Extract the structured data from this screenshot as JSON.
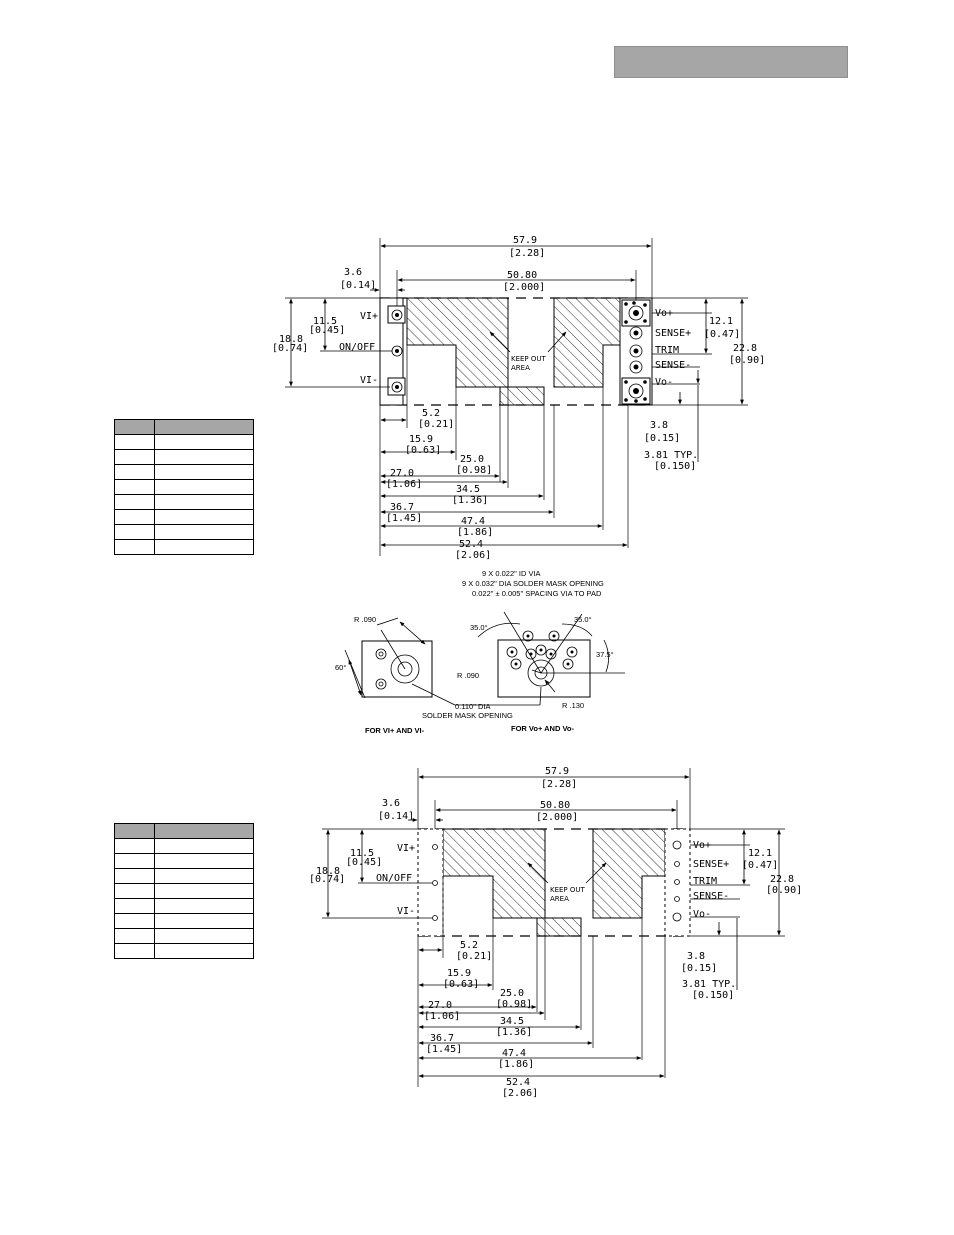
{
  "header": {
    "bar_color": "#a6a6a6"
  },
  "drawing_top": {
    "pins_left": [
      "VI+",
      "ON/OFF",
      "VI-"
    ],
    "pins_right": [
      "Vo+",
      "SENSE+",
      "TRIM",
      "SENSE-",
      "Vo-"
    ],
    "keep_out": [
      "KEEP OUT",
      "AREA"
    ],
    "overall_width": [
      "57.9",
      "[2.28]"
    ],
    "pin_span": [
      "50.80",
      "[2.000]"
    ],
    "edge_offset": [
      "3.6",
      "[0.14]"
    ],
    "height_115": [
      "11.5",
      "[0.45]"
    ],
    "height_188": [
      "18.8",
      "[0.74]"
    ],
    "height_121": [
      "12.1",
      "[0.47]"
    ],
    "height_228": [
      "22.8",
      "[0.90]"
    ],
    "dim_38": [
      "3.8",
      "[0.15]"
    ],
    "dim_381": [
      "3.81  TYP.",
      "[0.150]"
    ],
    "horizontal_dims": [
      [
        "5.2",
        "[0.21]"
      ],
      [
        "15.9",
        "[0.63]"
      ],
      [
        "25.0",
        "[0.98]"
      ],
      [
        "27.0",
        "[1.06]"
      ],
      [
        "34.5",
        "[1.36]"
      ],
      [
        "36.7",
        "[1.45]"
      ],
      [
        "47.4",
        "[1.86]"
      ],
      [
        "52.4",
        "[2.06]"
      ]
    ]
  },
  "detail": {
    "notes": [
      "9 X 0.022\" ID VIA",
      "9 X 0.032\" DIA SOLDER MASK OPENING",
      "0.022\" ± 0.005\" SPACING VIA TO PAD"
    ],
    "r090_left": "R .090",
    "angle_60": "60°",
    "angle_35a": "35.0°",
    "angle_35b": "35.0°",
    "angle_375": "37.5°",
    "r090_right": "R .090",
    "r130": "R .130",
    "solder_mask": [
      "0.110\" DIA",
      "SOLDER MASK OPENING"
    ],
    "caption_left": "FOR VI+ AND VI-",
    "caption_right": "FOR Vo+ AND Vo-"
  },
  "drawing_bottom": {
    "pins_left": [
      "VI+",
      "ON/OFF",
      "VI-"
    ],
    "pins_right": [
      "Vo+",
      "SENSE+",
      "TRIM",
      "SENSE-",
      "Vo-"
    ],
    "keep_out": [
      "KEEP OUT",
      "AREA"
    ],
    "overall_width": [
      "57.9",
      "[2.28]"
    ],
    "pin_span": [
      "50.80",
      "[2.000]"
    ],
    "edge_offset": [
      "3.6",
      "[0.14]"
    ],
    "height_115": [
      "11.5",
      "[0.45]"
    ],
    "height_188": [
      "18.8",
      "[0.74]"
    ],
    "height_121": [
      "12.1",
      "[0.47]"
    ],
    "height_228": [
      "22.8",
      "[0.90]"
    ],
    "dim_38": [
      "3.8",
      "[0.15]"
    ],
    "dim_381": [
      "3.81  TYP.",
      "[0.150]"
    ],
    "horizontal_dims": [
      [
        "5.2",
        "[0.21]"
      ],
      [
        "15.9",
        "[0.63]"
      ],
      [
        "25.0",
        "[0.98]"
      ],
      [
        "27.0",
        "[1.06]"
      ],
      [
        "34.5",
        "[1.36]"
      ],
      [
        "36.7",
        "[1.45]"
      ],
      [
        "47.4",
        "[1.86]"
      ],
      [
        "52.4",
        "[2.06]"
      ]
    ]
  },
  "pin_tables": {
    "rows": 9,
    "header_color": "#a6a6a6"
  }
}
